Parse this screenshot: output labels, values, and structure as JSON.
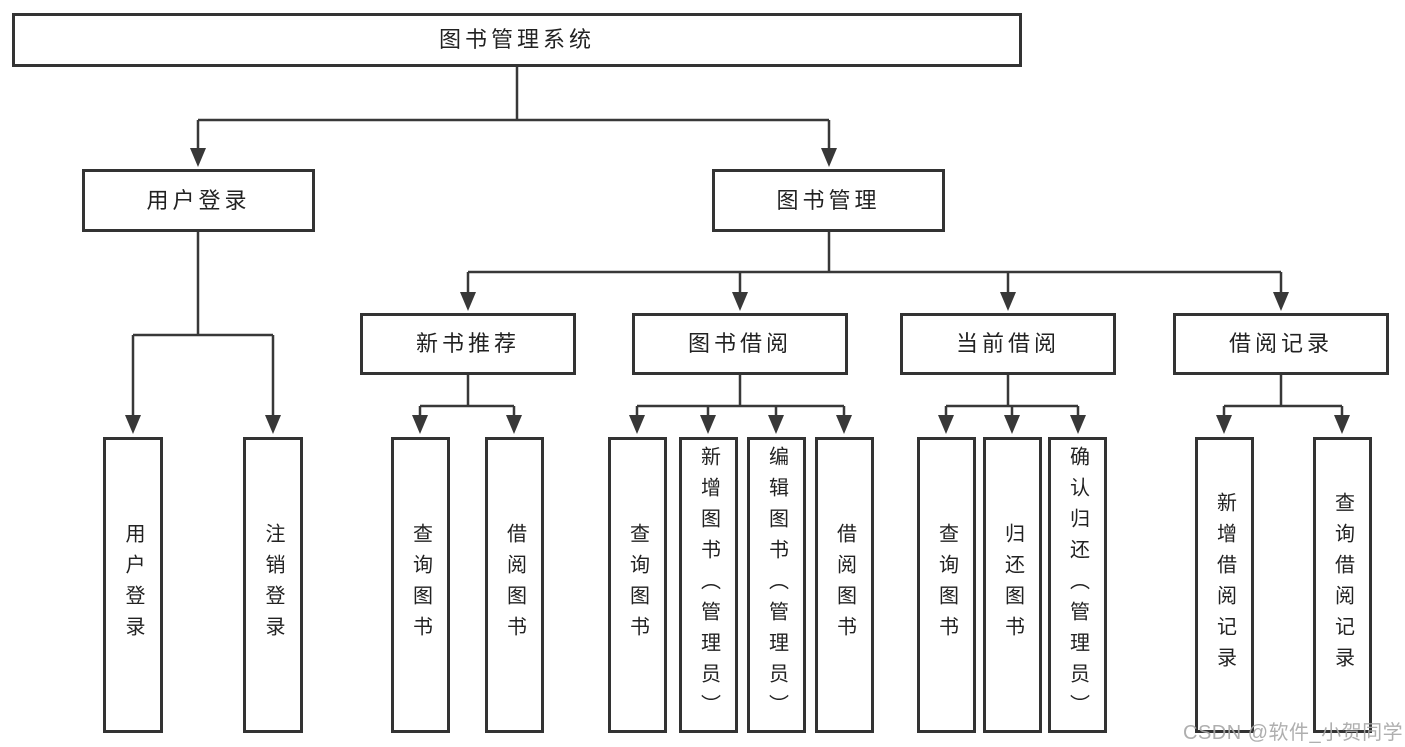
{
  "chart": {
    "root": {
      "label": "图书管理系统"
    },
    "level2": [
      {
        "label": "用户登录"
      },
      {
        "label": "图书管理"
      }
    ],
    "level3": [
      {
        "label": "新书推荐"
      },
      {
        "label": "图书借阅"
      },
      {
        "label": "当前借阅"
      },
      {
        "label": "借阅记录"
      }
    ],
    "leaves": {
      "user_login": [
        {
          "label": "用户登录"
        },
        {
          "label": "注销登录"
        }
      ],
      "new_book_recommend": [
        {
          "label": "查询图书"
        },
        {
          "label": "借阅图书"
        }
      ],
      "book_borrow": [
        {
          "label": "查询图书"
        },
        {
          "label": "新增图书（管理员）"
        },
        {
          "label": "编辑图书（管理员）"
        },
        {
          "label": "借阅图书"
        }
      ],
      "current_borrow": [
        {
          "label": "查询图书"
        },
        {
          "label": "归还图书"
        },
        {
          "label": "确认归还（管理员）"
        }
      ],
      "borrow_records": [
        {
          "label": "新增借阅记录"
        },
        {
          "label": "查询借阅记录"
        }
      ]
    },
    "watermark": "CSDN @软件_小贺同学",
    "colors": {
      "line": "#383838",
      "border": "#333333",
      "text": "#222222",
      "watermark": "#a8a8a8",
      "background": "#ffffff"
    }
  }
}
